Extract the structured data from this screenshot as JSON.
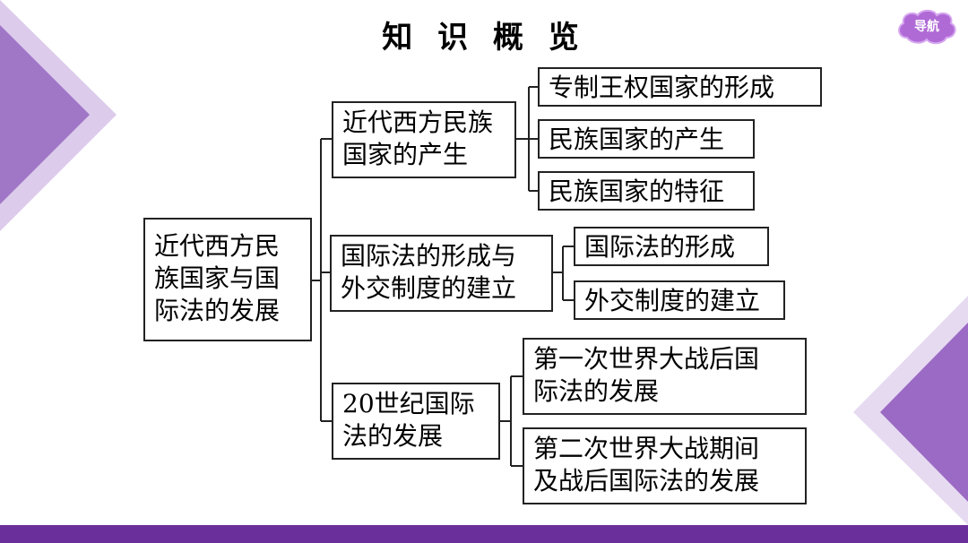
{
  "title": "知 识 概 览",
  "nav": {
    "label": "导航"
  },
  "root": {
    "label": "近代西方民\n族国家与国\n际法的发展"
  },
  "branches": [
    {
      "label": "近代西方民族\n国家的产生",
      "children": [
        "专制王权国家的形成",
        "民族国家的产生",
        "民族国家的特征"
      ]
    },
    {
      "label": "国际法的形成与\n外交制度的建立",
      "children": [
        "国际法的形成",
        "外交制度的建立"
      ]
    },
    {
      "label": "20世纪国际\n法的发展",
      "children": [
        "第一次世界大战后国\n际法的发展",
        "第二次世界大战期间\n及战后国际法的发展"
      ]
    }
  ],
  "colors": {
    "accent": "#6b2f9c",
    "deco": "#9b6ac4",
    "nav_bubble": "#b06ad6"
  }
}
